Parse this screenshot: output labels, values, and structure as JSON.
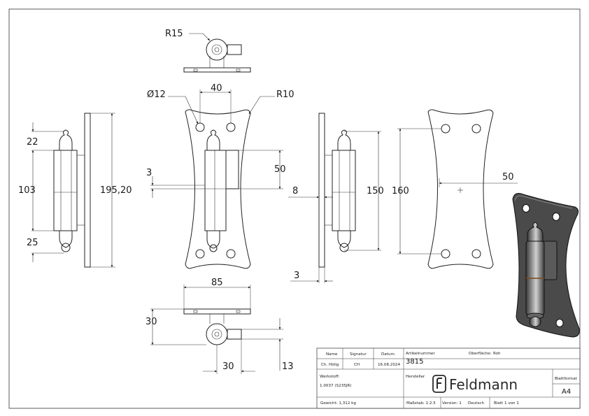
{
  "dimensions": {
    "top_radius": "R15",
    "hole_diameter": "Ø12",
    "hole_spacing": "40",
    "corner_radius": "R10",
    "knob_top": "22",
    "barrel_length": "103",
    "knob_bottom": "25",
    "total_height": "195,20",
    "plate_thickness_left": "3",
    "pin_height": "50",
    "offset_8": "8",
    "side_height": "150",
    "plate_thickness_side": "3",
    "hole_vertical_spacing": "160",
    "half_width": "50",
    "bottom_width": "85",
    "bottom_depth": "30",
    "bottom_offset": "30",
    "bottom_edge": "13"
  },
  "title_block": {
    "name_label": "Name",
    "signatur_label": "Signatur",
    "datum_label": "Datum",
    "artikel_label": "Artikelnummer",
    "oberflaeche_label": "Oberfläche:",
    "oberflaeche_value": "Roh",
    "artikel_value": "3815",
    "name_value": "Ch. Hölig",
    "signatur_value": "CH",
    "datum_value": "16.08.2024",
    "werkstoff_label": "Werkstoff:",
    "werkstoff_value": "1.0037 (S235JR)",
    "hersteller_label": "Hersteller",
    "brand": "Feldmann",
    "blattformat_label": "Blattformat",
    "blattformat_value": "A4",
    "gewicht": "Gewicht: 1,312 kg",
    "massstab": "Maßstab: 1:2.5",
    "version": "Version: 1",
    "sprache": "Deutsch",
    "blatt": "Blatt 1 von 1"
  }
}
